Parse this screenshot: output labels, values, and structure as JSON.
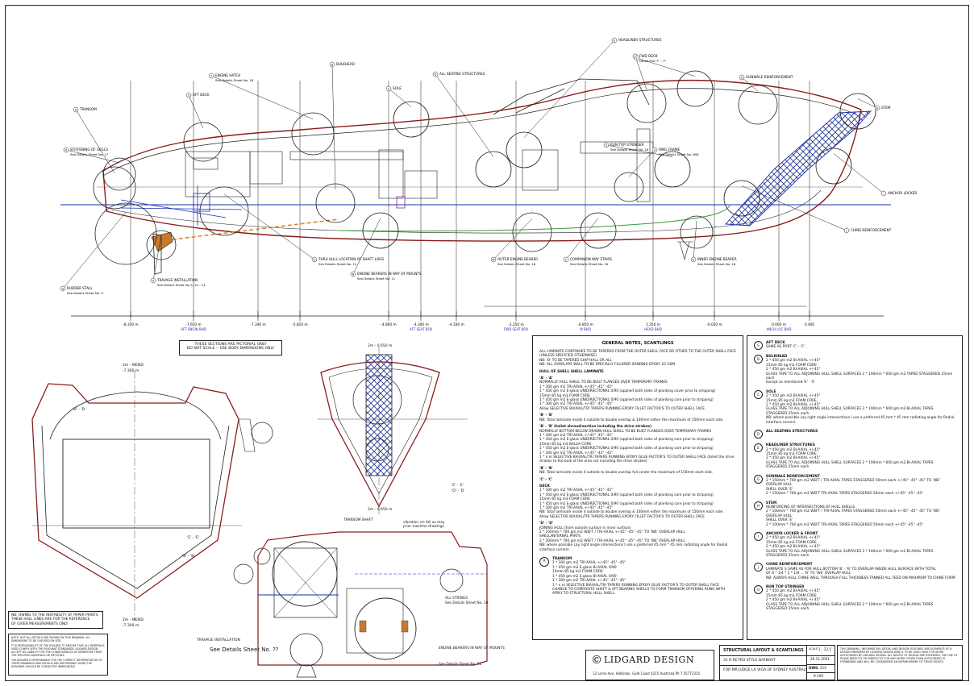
{
  "station_labels": [
    {
      "text": "-8.350 m",
      "sub": ""
    },
    {
      "text": "-7.650 m",
      "sub": "AFT ENGIN BHD"
    },
    {
      "text": "-7.340 m",
      "sub": ""
    },
    {
      "text": "-5.810 m",
      "sub": ""
    },
    {
      "text": "-4.800 m",
      "sub": ""
    },
    {
      "text": "-4.300 m",
      "sub": "AFT SEAT BOX"
    },
    {
      "text": "-4.100 m",
      "sub": ""
    },
    {
      "text": "-2.250 m",
      "sub": "FWD SEAT BOX"
    },
    {
      "text": "-0.850 m",
      "sub": "M BHD"
    },
    {
      "text": "1.350 m",
      "sub": "HEAD BHD"
    },
    {
      "text": "-0.030 m",
      "sub": ""
    },
    {
      "text": "0.000 m",
      "sub": "ANCH LOC BHD"
    },
    {
      "text": "0.400",
      "sub": ""
    }
  ],
  "callouts": [
    {
      "id": "A",
      "label": "TRANSOM"
    },
    {
      "id": "B",
      "label": "BULKHEAD"
    },
    {
      "id": "C",
      "label": "SOLE"
    },
    {
      "id": "D",
      "label": "ALL SEATING STRUCTURES"
    },
    {
      "id": "E",
      "label": "HEADLINER STRUCTURES"
    },
    {
      "id": "F",
      "label": "FWD DECK",
      "sub": "Detail Part 'F' - 'F'"
    },
    {
      "id": "G",
      "label": "GUNWALE REINFORCEMENT"
    },
    {
      "id": "H",
      "label": "STEM"
    },
    {
      "id": "I",
      "label": "ANCHOR LOCKER"
    },
    {
      "id": "J",
      "label": "CHINE REINFORCEMENT"
    },
    {
      "id": "K",
      "label": "INNER ENGINE BEARER",
      "sub": "See Details Sheet No. 16"
    },
    {
      "id": "L",
      "label": "COMPANION WAY STAIRS",
      "sub": "See Details Sheet No. 16"
    },
    {
      "id": "M",
      "label": "OUTER ENGINE BEARER",
      "sub": "See Details Sheet No. 16"
    },
    {
      "id": "N",
      "label": "ENGINE BEARERS IN WAY OF MOUNTS",
      "sub": "See Details Sheet No. 11"
    },
    {
      "id": "O",
      "label": "THRU HULL LOCATION OF SHAFT LOGS",
      "sub": "See Details Sheet No. 10"
    },
    {
      "id": "P",
      "label": "TRAVAGE INSTALLATION",
      "sub": "See Details Sheet No 9, 10 - 14"
    },
    {
      "id": "Q",
      "label": "RUDDER STALL",
      "sub": "See Details Sheet No. 9"
    },
    {
      "id": "R",
      "label": "STIFFENING OF SKILLS",
      "sub": "See Details Sheet No. 17"
    },
    {
      "id": "S",
      "label": "AFT DECK"
    },
    {
      "id": "T",
      "label": "ENGINE HATCH",
      "sub": "See Details Sheet No. 18"
    },
    {
      "id": "U",
      "label": "RUN TOP STRINGER",
      "sub": "See Details Sheet No. 18"
    },
    {
      "id": "V",
      "label": "RING FRAME",
      "sub": "See Details Sheet No. 808"
    }
  ],
  "pictorial_note": {
    "line1": "THESE SECTIONS ARE PICTORIAL ONLY",
    "line2": "DO NOT SCALE -- USE BODY DIMENSIONS ONLY"
  },
  "section_tags": {
    "sec1_top": "2m - WEND",
    "sec1_top_val": "-7.300 m",
    "sec1_bot": "2m - WEND",
    "sec1_bot_val": "-7.300 m",
    "sec2_top": "2m - 0.650 m",
    "sec3_top": "2m - 0.650 m",
    "dd": "'D' - 'D'",
    "ee": "'E' - 'E'",
    "bb": "'B' - 'B'",
    "ee2": "'E' - 'E'",
    "dd2": "'D' - 'D'"
  },
  "lower_callouts": {
    "plan_note1": "TRANSOM SHAFT",
    "plan_note2": "vibration sin fall as may\nprior machine drawings",
    "plan_note3": "ALL STRINGS",
    "plan_note4": "See Details Sheet No. 16",
    "travage": "TRAVAGE INSTALLATION",
    "travage_ref": "See Details Sheet No. ??",
    "engine_bearers": "ENGINE BEARERS IN WAY OF MOUNTS",
    "engine_bearers_ref": "See Details Sheet No. 11"
  },
  "bottom_left_note": {
    "line1": "NB: OWING TO THE INSTABILITY OF PAPER PRINTS",
    "line2": "THESE HULL LINES ARE FOR THE REFERENCE",
    "line3": "OF GIVEN MEASUREMENTS ONLY"
  },
  "general_notes": {
    "title": "GENERAL NOTES, SCANTLINGS",
    "paras": [
      "ALL LAMINATE CONTINUES TO BE TAPERED FROM THE OUTER SHELL FACE OR OTHER TO THE OUTER SHELL FACE (UNLESS SPECIFIED OTHERWISE)",
      "NB: 'B' TO BE TAPERED SHIP HALL OR ALL",
      "NB: ALL OVERLAPS WALL TO BE SPECIALLY FILLERED SANDING EPOXY 25 GSM",
      "HULL OF SHELL SHELL LAMINATE",
      "'A' - 'A'",
      "NORMALLY HULL SHELL TO BE BUILT FLANGES OVER TEMPORARY FRAMES",
      "1 * 300 gm m2 TRI-AXIAL +/-45° -45° -45°",
      "1 * 450 gm m2 E-glass UNIDIRECTIONAL 0/90 (applied both sides of planking cover prior to stripping)",
      "15mm 85 kg m3 FOAM CORE",
      "1 * 450 gm m2 E-glass UNIDIRECTIONAL 0/90 (applied both sides of planking core prior to stripping)",
      "1 * 300 gm m2 TRI-AXIAL +/-45° -45° -45°",
      "Allow SELECTIVE BIAXIAL/TRI TAPERS RUNNING EPOXY FILLET FACTOR'S TO OUTER SHELL FACE",
      "'B' - 'B'",
      "NB: Total laminate inside 4 outside to double overlap & 100mm either the maximum of 150mm each side.",
      "'B' - 'B' (toilet shroud/section including the drive strakes)",
      "NORMALLY BOTTOM BELOW DRAWN HULL SHELL TO BE BUILT FLANGES OVER TEMPORARY FRAMES",
      "1 * 300 gm m2 TRI-AXIAL +/-45° -45° -45°",
      "1 * 450 gm m2 E-glass UNIDIRECTIONAL 0/90 (applied both sides of planking core prior to stripping)",
      "15mm 85 kg m3 BALSA CORE",
      "1 * 450 gm m2 E-glass UNIDIRECTIONAL 0/90 (applied both sides of planking core prior to stripping)",
      "1 * 300 gm m2 TRI-AXIAL +/-45° -45° -45°",
      "1 * n.m SELECTIVE BIAXIAL/TRI TAPERS RUNNING EPOXY GLUE FACTOR'S TO OUTER SHELL FACE (toilet the drive strakes to the bulk of the area not including the drive strakes)",
      "'B' - 'B'",
      "NB: Total laminate inside 4 outside to double overlap full center the maximum of 150mm each side.",
      "'C' - 'C'",
      "DECK",
      "1 * 300 gm m2 TRI-AXIAL +/-45° -45° -45°",
      "1 * 450 gm m2 E-glass UNIDIRECTIONAL 0/90 (applied both sides of planking core prior to stripping)",
      "15mm 85 kg m3 FOAM CORE",
      "1 * 450 gm m2 E-glass UNIDIRECTIONAL 0/90 (applied both sides of planking core prior to stripping)",
      "1 * 300 gm m2 TRI-AXIAL +/-45° -45° -45°",
      "NB: Total laminate inside 4 outside to double overlap & 100mm either the maximum of 150mm each side.",
      "Allow SELECTIVE BIAXIAL/TRI TAPERS RUNNING EPOXY FILLET FACTOR'S TO OUTER SHELL FACE",
      "'D' - 'D'",
      "JOINING HULL (from outside surface in inner surface)",
      "2 * 200mm * 700 gm m2 WEFT / TRI-AXIAL +/-45° -45° -45° TO 'WE' OVERLAP HULL",
      "SHELL/INTERNAL PARTS",
      "2 * 200mm * 700 gm m2 WEFT / TRI-AXIAL +/-45° -45° -45° TO 'WE' OVERLAP HULL",
      "NB: where possible Lay right angle intersections I use a preferred 45 mm * 45 mm radiating angle for Radial interface corners"
    ],
    "transom_title": "TRANSOM",
    "transom": [
      "1 * 300 gm m2 TRI-AXIAL +/-45° -45° -45°",
      "1 * 450 gm m2 E-glass BI-AXIAL 0/90",
      "15mm 85 kg m3 FOAM CORE",
      "1 * 450 gm m2 E-glass BI-AXIAL 0/90",
      "1 * 300 gm m2 TRI-AXIAL +/-45° -45° -45°",
      "1 * n.m SELECTIVE BIAXIAL/TRI TAPERS RUNNING EPOXY GLUE FACTOR'S TO OUTER SHELL FACE",
      "CHANGE TO COMPOSITE SHAFT & AFT BEARING SHELLS TO FORM TRANSOM OFFERING RUNG WITH",
      "APPLY TO STRUCTURAL HULL SHELL"
    ]
  },
  "side_notes": [
    {
      "id": "S",
      "title": "AFT DECK",
      "lines": [
        "SAME AS PORT 'C' - 'C'"
      ]
    },
    {
      "id": "B",
      "title": "BULKHEAD",
      "lines": [
        "2 * 450 gm m2 BI-AXIAL +/-45°",
        "15mm 85 kg m3 FOAM CORE",
        "2 * 450 gm m2 BI-AXIAL +/-45°",
        "GLASS TAPE TO ALL ADJOINING HULL SHELL SURFACES 2 * 100mm * 600 gm m2 TAPED STAGGERED 25mm each",
        "Except as mentioned 'E' - 'E'"
      ]
    },
    {
      "id": "C",
      "title": "SOLE",
      "lines": [
        "2 * 450 gm m2 BI-AXIAL +/-45°",
        "15mm 85 kg m3 FOAM CORE",
        "2 * 450 gm m2 BI-AXIAL +/-45°",
        "GLASS TAPE TO ALL ADJOINING HULL SHELL SURFACES 2 * 100mm * 600 gm m2 BI-AXIAL TAPES STAGGERED 25mm each",
        "NB: where possible Lay right angle intersections I use a preferred 45 mm * 45 mm radiating angle for Radial interface corners"
      ]
    },
    {
      "id": "D",
      "title": "ALL SEATING STRUCTURES",
      "lines": []
    },
    {
      "id": "E",
      "title": "HEADLINER STRUCTURES",
      "lines": [
        "2 * 450 gm m2 BI-AXIAL +/-45°",
        "15mm 85 kg m3 FOAM CORE",
        "2 * 450 gm m2 BI-AXIAL +/-45°",
        "GLASS TAPE TO ALL ADJOINING HULL SHELL SURFACES 2 * 100mm * 600 gm m2 BI-AXIAL TAPES STAGGERED 25mm each"
      ]
    },
    {
      "id": "G",
      "title": "GUNWALE REINFORCEMENT",
      "lines": [
        "2 * 150mm * 700 gm m2 WEFT / TRI-AXIAL TAPES STAGGERED 50mm each +/-45° -45° -45° TO 'WE' OVERLAP HULL",
        "SHELL OVER 'E'",
        "2 * 150mm * 700 gm m2 WEFT TRI-AXIAL TAPES STAGGERED 50mm each +/-45° -45° -45°"
      ]
    },
    {
      "id": "H",
      "title": "STEM",
      "lines": [
        "REINFORCING OF INTERSECTIONS OF HULL SHELLS",
        "2 * 100mm * 700 gm m2 WEFT / TRI-AXIAL TAPES STAGGERED 50mm each +/-45° -45° -45° TO 'WE' OVERLAP HULL",
        "SHELL OVER 'E'",
        "2 * 100mm * 700 gm m2 WEFT TRI-AXIAL TAPES STAGGERED 50mm each +/-45° -45° -45°"
      ]
    },
    {
      "id": "I",
      "title": "ANCHOR LOCKER & FRONT",
      "lines": [
        "2 * 450 gm m2 BI-AXIAL +/-45°",
        "15mm 85 kg m3 FOAM CORE",
        "2 * 450 gm m2 BI-AXIAL +/-45°",
        "GLASS TAPE TO ALL ADJOINING HULL SHELL SURFACES 2 * 100mm * 600 gm m2 BI-AXIAL TAPES STAGGERED 25mm each"
      ]
    },
    {
      "id": "J",
      "title": "CHINE REINFORCEMENT",
      "lines": [
        "LAMINATE S SAME AS FOR HULL BOTTOM 'B' - 'B' TO OVERLAP INSIDE HULL SURFACE WITH TOTAL",
        "OF 8 * 1/4 * 2 * 1/8 ... 'B' TO 'WE' OVERLAP HULL",
        "NB: ALWAYS HULL CHINE WELL THROUGH FULL THICKNESS TANNED ALL FEED ON MAXIMUM TO CHINE FORM"
      ]
    },
    {
      "id": "U",
      "title": "RUN TOP STRINGER",
      "lines": [
        "2 * 450 gm m2 BI-AXIAL +/-45°",
        "15mm 85 kg m3 FOAM CORE",
        "2 * 450 gm m2 BI-AXIAL +/-45°",
        "GLASS TAPE TO ALL ADJOINING HULL SHELL SURFACES 2 * 100mm * 600 gm m2 BI-AXIAL TAPES STAGGERED 25mm each"
      ]
    }
  ],
  "title_block": {
    "company": "LIDGARD DESIGN",
    "copyright": "©",
    "address": "12 Lorne Ave, Holbrook, Gold Coast 4215 Australia Ph 7 55772315",
    "drawing_title": "STRUCTURAL LAYOUT & SCANTLINGS",
    "vessel": "31 ft RETRO STYLE DAYBOAT",
    "client": "FOR MR JUDGE LA VIGA OF SYDNEY AUSTRALIA",
    "scale_lbl": "SCALE",
    "scale": "1 : 12.5",
    "date": "20.11.2001",
    "dwg_lbl": "DWG",
    "dwg": "210",
    "sheet": "9.100",
    "copyright_notice": "THIS DRAWING, INFORMATION, DETAIL AND DESIGN FEATURES ARE ELEMENTS OF A DESIGN PREPARED BY LIDGARD DESIGN AND IS TO BE USED ONLY FOR WORK AUTHORISED BY LIDGARD DESIGN. ALL RIGHTS OF DESIGN ARE RESERVED. THE USE OF PLANS DIRECTLY OR INDIRECTLY FOR ANY WORK OTHER THAN AUTHORISED IS FORBIDDEN AND WILL BE CONSIDERED AN INFRINGEMENT OF THESE RIGHTS."
  },
  "bottom_left_legal": [
    "NOTE: NOT ALL DETAILS ARE SHOWN ON THIS DRAWING. ALL DIMENSIONS TO BE CHECKED ON SITE.",
    "IT IS RESPONSIBILITY OF THE BUILDER TO ENSURE THAT ALL MATERIALS USED COMPLY WITH THE RELEVANT STANDARDS. LIDGARD DESIGN ACCEPT NO LIABILITY FOR THE CONSEQUENCES OF DEPARTURE FROM THE SPECIFIED MATERIALS OR METHODS.",
    "THE BUILDER IS RESPONSIBLE FOR THE CORRECT INTERPRETATION OF THESE DRAWINGS AND SHOULD ANY DISCREPANCY ARISE THE DESIGNER SHOULD BE CONTACTED IMMEDIATELY."
  ]
}
